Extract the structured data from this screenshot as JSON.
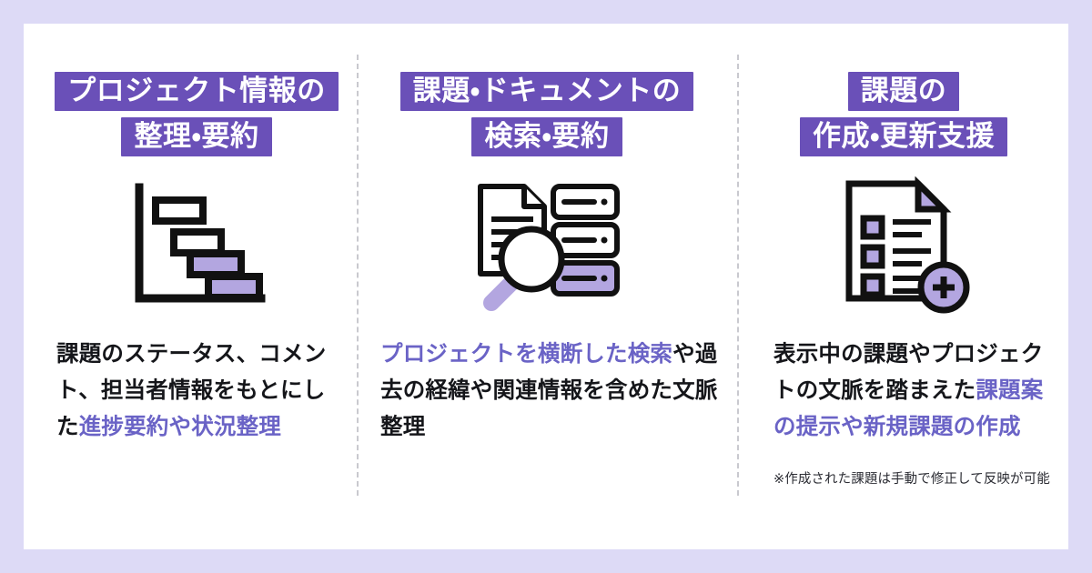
{
  "theme": {
    "page_background": "#dddaf6",
    "card_background": "#ffffff",
    "heading_highlight": "#6a50b8",
    "heading_text": "#ffffff",
    "body_text": "#15161a",
    "accent_text": "#6a63c6",
    "icon_fill_purple": "#b3a6e0",
    "icon_stroke": "#111111",
    "divider": "#c9c9cf"
  },
  "columns": [
    {
      "heading_lines": [
        "プロジェクト情報の",
        "整理・要約"
      ],
      "icon": "gantt-chart-icon",
      "body": [
        {
          "text": "課題のステータス、コメ",
          "accent": false
        },
        {
          "text": "ント、担当者情報をもとに",
          "accent": false
        },
        {
          "text": "した",
          "accent": false
        },
        {
          "text": "進捗要約や状況整理",
          "accent": true
        }
      ],
      "note": ""
    },
    {
      "heading_lines": [
        "課題・ドキュメントの",
        "検索・要約"
      ],
      "icon": "document-search-icon",
      "body": [
        {
          "text": "プロジェクトを横断した検索",
          "accent": true
        },
        {
          "text": "や",
          "accent": false
        },
        {
          "text": "過去の経緯や関連情報を含めた",
          "accent": false
        },
        {
          "text": "文脈整理",
          "accent": false
        }
      ],
      "note": ""
    },
    {
      "heading_lines": [
        "課題の",
        "作成・更新支援"
      ],
      "icon": "checklist-add-icon",
      "body": [
        {
          "text": "表示中の課題やプロジェク",
          "accent": false
        },
        {
          "text": "トの文脈を踏まえた",
          "accent": false
        },
        {
          "text": "課題案",
          "accent": true
        },
        {
          "text": "の提示や新規課題の作成",
          "accent": true
        }
      ],
      "note": "※作成された課題は手動で修正して反映が可能"
    }
  ]
}
